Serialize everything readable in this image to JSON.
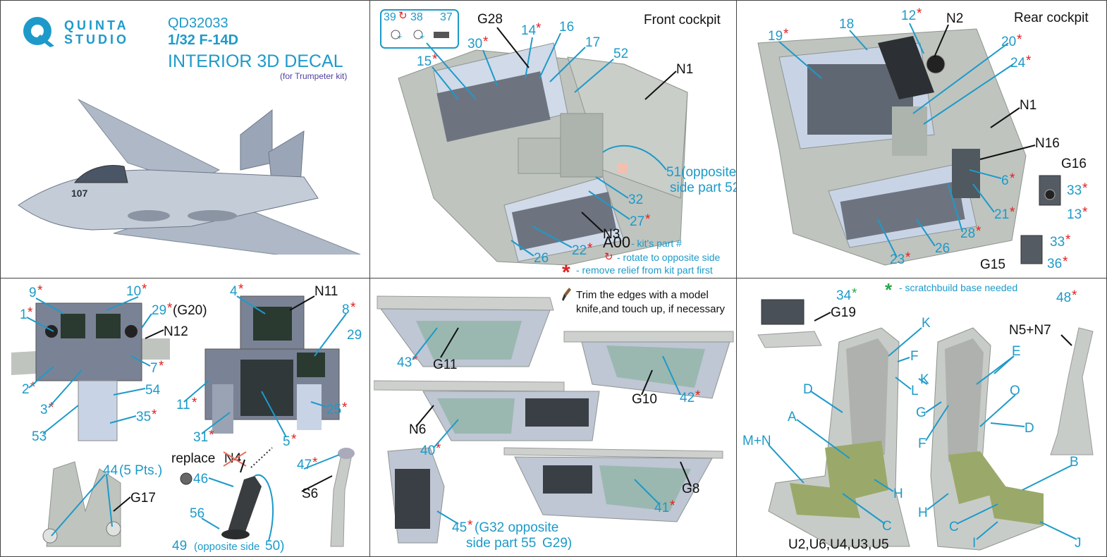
{
  "brand": {
    "name_line1": "QUINTA",
    "name_line2": "STUDIO"
  },
  "product": {
    "code": "QD32033",
    "scale_model": "1/32 F-14D",
    "title": "INTERIOR 3D DECAL",
    "subtitle": "(for Trumpeter kit)",
    "aircraft_number": "107"
  },
  "front_cockpit": {
    "heading": "Front cockpit",
    "callouts": [
      "39",
      "38",
      "37",
      "G28",
      "14",
      "16",
      "17",
      "52",
      "30",
      "15",
      "N1",
      "51(opposite",
      "side part 52)",
      "32",
      "27",
      "N3",
      "22",
      "26"
    ],
    "plus": "+"
  },
  "legend": {
    "part_code": "A00",
    "part_text": "- kit's part #",
    "rotate_text": "- rotate to opposite side",
    "remove_text": "- remove relief from kit part first",
    "asterisk": "*",
    "rotate_symbol": "↻"
  },
  "rear_cockpit": {
    "heading": "Rear cockpit",
    "callouts": [
      "18",
      "12",
      "N2",
      "19",
      "20",
      "24",
      "N1",
      "N16",
      "6",
      "G16",
      "33",
      "21",
      "13",
      "28",
      "33",
      "26",
      "23",
      "G15",
      "36"
    ]
  },
  "front_panels": {
    "callouts": [
      "9",
      "10",
      "1",
      "29",
      "(G20)",
      "N12",
      "7",
      "2",
      "3",
      "54",
      "35",
      "53",
      "4",
      "N11",
      "8",
      "29",
      "11",
      "25",
      "31",
      "5"
    ]
  },
  "stick_area": {
    "callouts": [
      "44",
      "(5 Pts.)",
      "G17",
      "replace",
      "N4",
      "46",
      "47",
      "S6",
      "56",
      "49",
      "(opposite side",
      "50)"
    ]
  },
  "consoles": {
    "note_line1": "Trim the edges with a model",
    "note_line2": "knife,and touch up, if necessary",
    "callouts": [
      "43",
      "G11",
      "G10",
      "42",
      "N6",
      "40",
      "G8",
      "41",
      "45",
      "(G32 opposite",
      "side part 55",
      "G29)"
    ]
  },
  "seats": {
    "scratch_note": "- scratchbuild base needed",
    "callouts": [
      "34",
      "G19",
      "48",
      "N5+N7",
      "K",
      "F",
      "L",
      "E",
      "D",
      "A",
      "K",
      "G",
      "O",
      "F",
      "D",
      "M+N",
      "B",
      "H",
      "H",
      "C",
      "C",
      "I",
      "J",
      "U2,U6,U4,U3,U5"
    ]
  },
  "colors": {
    "accent": "#1d9ac9",
    "asterisk": "#e02020",
    "green_asterisk": "#2aa84a",
    "kit_gray": "#bfc4bf",
    "panel_blue": "#c8d4e6",
    "seat_green": "#9aa96a"
  }
}
